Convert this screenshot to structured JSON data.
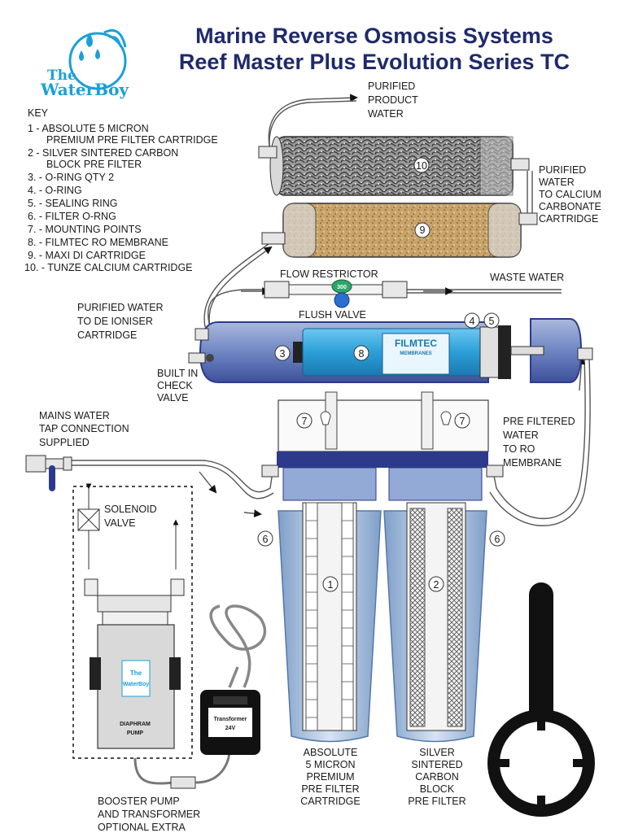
{
  "title": {
    "line1": "Marine Reverse Osmosis Systems",
    "line2": "Reef Master Plus Evolution Series TC"
  },
  "logo": {
    "brand_line1": "The",
    "brand_line2": "WaterBoy"
  },
  "key": {
    "heading": "KEY",
    "items": [
      "1 - ABSOLUTE 5 MICRON",
      "PREMIUM PRE FILTER CARTRIDGE",
      "2 - SILVER SINTERED CARBON",
      "BLOCK PRE FILTER",
      "3. - O-RING QTY 2",
      "4. - O-RING",
      "5. - SEALING RING",
      "6. - FILTER O-RNG",
      "7. - MOUNTING POINTS",
      "8. - FILMTEC RO MEMBRANE",
      "9. - MAXI DI CARTRIDGE",
      "10. - TUNZE CALCIUM CARTRIDGE"
    ]
  },
  "labels": {
    "purified_product": [
      "PURIFIED",
      "PRODUCT",
      "WATER"
    ],
    "purified_calcium": [
      "PURIFIED",
      "WATER",
      "TO CALCIUM",
      "CARBONATE",
      "CARTRIDGE"
    ],
    "flow_restrictor": "FLOW RESTRICTOR",
    "flush_valve": "FLUSH VALVE",
    "restrictor_value": "300",
    "waste_water": "WASTE WATER",
    "purified_deioniser": [
      "PURIFIED WATER",
      "TO DE IONISER",
      "CARTRIDGE"
    ],
    "check_valve": [
      "BUILT IN",
      "CHECK",
      "VALVE"
    ],
    "mains_water": [
      "MAINS WATER",
      "TAP CONNECTION",
      "SUPPLIED"
    ],
    "prefiltered": [
      "PRE FILTERED",
      "WATER",
      "TO RO",
      "MEMBRANE"
    ],
    "solenoid": [
      "SOLENOID",
      "VALVE"
    ],
    "pump": [
      "DIAPHRAM",
      "PUMP"
    ],
    "transformer": [
      "Transformer",
      "24V"
    ],
    "booster": [
      "BOOSTER PUMP",
      "AND TRANSFORMER",
      "OPTIONAL EXTRA"
    ],
    "cartridge1_caption": [
      "ABSOLUTE",
      "5 MICRON",
      "PREMIUM",
      "PRE FILTER",
      "CARTRIDGE"
    ],
    "cartridge2_caption": [
      "SILVER",
      "SINTERED",
      "CARBON",
      "BLOCK",
      "PRE FILTER"
    ],
    "membrane_brand": "FILMTEC",
    "membrane_sub": "MEMBRANES"
  },
  "callouts": {
    "n1": "1",
    "n2": "2",
    "n3": "3",
    "n4": "4",
    "n5": "5",
    "n6a": "6",
    "n6b": "6",
    "n7a": "7",
    "n7b": "7",
    "n8": "8",
    "n9": "9",
    "n10": "10"
  },
  "colors": {
    "title": "#1f2a6b",
    "housing_blue": "#2d3a8c",
    "membrane_blue": "#2b9fd8",
    "tube_blue": "#8fb4d9",
    "calcium_grey": "#7a7a7a",
    "di_tan": "#c9a46a"
  }
}
